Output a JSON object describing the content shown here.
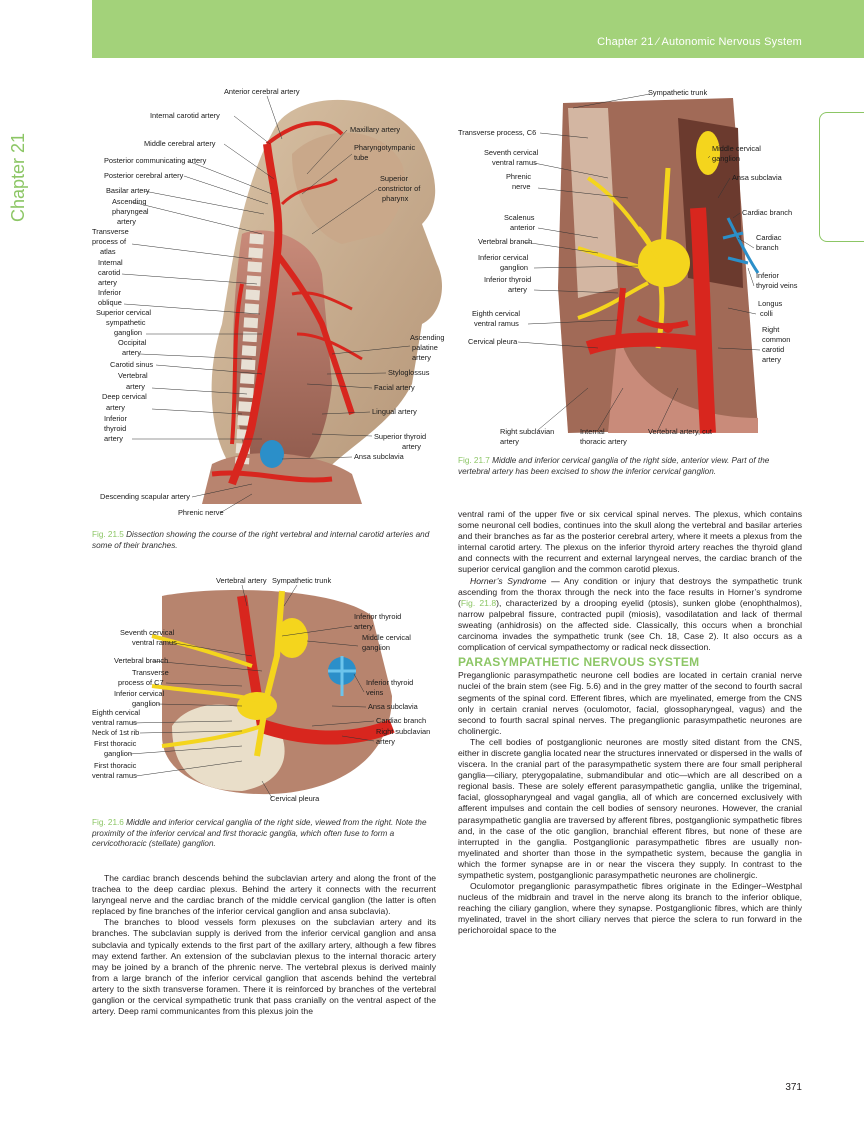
{
  "header": {
    "title": "Chapter 21 ⁄ Autonomic Nervous System",
    "tab": "Chapter 21"
  },
  "fig5": {
    "labels": [
      "Anterior cerebral artery",
      "Internal carotid artery",
      "Middle cerebral artery",
      "Posterior communicating artery",
      "Posterior cerebral artery",
      "Basilar artery",
      "Ascending",
      "pharyngeal",
      "artery",
      "Transverse",
      "process of",
      "atlas",
      "Internal",
      "carotid",
      "artery",
      "Inferior",
      "oblique",
      "Superior cervical",
      "sympathetic",
      "ganglion",
      "Occipital",
      "artery",
      "Carotid sinus",
      "Vertebral",
      "artery",
      "Deep cervical",
      "artery",
      "Inferior",
      "thyroid",
      "artery",
      "Maxillary artery",
      "Pharyngotympanic",
      "tube",
      "Superior",
      "constrictor of",
      "pharynx",
      "Ascending",
      "palatine",
      "artery",
      "Styloglossus",
      "Facial artery",
      "Lingual artery",
      "Superior thyroid",
      "artery",
      "Ansa subclavia",
      "Descending scapular artery",
      "Phrenic nerve"
    ],
    "caption_num": "Fig. 21.5",
    "caption": "Dissection showing the course of the right vertebral and internal carotid arteries and some of their branches."
  },
  "fig6": {
    "labels": [
      "Vertebral artery",
      "Sympathetic trunk",
      "Seventh cervical",
      "ventral ramus",
      "Vertebral branch",
      "Transverse",
      "process of C7",
      "Inferior cervical",
      "ganglion",
      "Eighth cervical",
      "ventral ramus",
      "Neck of 1st rib",
      "First thoracic",
      "ganglion",
      "First thoracic",
      "ventral ramus",
      "Inferior thyroid",
      "artery",
      "Middle cervical",
      "ganglion",
      "Inferior thyroid",
      "veins",
      "Ansa subclavia",
      "Cardiac branch",
      "Right subclavian",
      "artery",
      "Cervical pleura"
    ],
    "caption_num": "Fig. 21.6",
    "caption": "Middle and inferior cervical ganglia of the right side, viewed from the right. Note the proximity of the inferior cervical and first thoracic ganglia, which often fuse to form a cervicothoracic (stellate) ganglion."
  },
  "fig7": {
    "labels": [
      "Sympathetic trunk",
      "Transverse process, C6",
      "Seventh cervical",
      "ventral ramus",
      "Phrenic",
      "nerve",
      "Scalenus",
      "anterior",
      "Vertebral branch",
      "Inferior cervical",
      "ganglion",
      "Inferior thyroid",
      "artery",
      "Eighth cervical",
      "ventral ramus",
      "Cervical pleura",
      "Middle cervical",
      "ganglion",
      "Ansa subclavia",
      "Cardiac branch",
      "Cardiac",
      "branch",
      "Inferior",
      "thyroid veins",
      "Longus",
      "colli",
      "Right",
      "common",
      "carotid",
      "artery",
      "Right subclavian",
      "artery",
      "Internal",
      "thoracic artery",
      "Vertebral artery, cut"
    ],
    "caption_num": "Fig. 21.7",
    "caption": "Middle and inferior cervical ganglia of the right side, anterior view. Part of the vertebral artery has been excised to show the inferior cervical ganglion."
  },
  "left_col": {
    "p1": "The cardiac branch descends behind the subclavian artery and along the front of the trachea to the deep cardiac plexus. Behind the artery it connects with the recurrent laryngeal nerve and the cardiac branch of the middle cervical ganglion (the latter is often replaced by fine branches of the inferior cervical ganglion and ansa subclavia).",
    "p2": "The branches to blood vessels form plexuses on the subclavian artery and its branches. The subclavian supply is derived from the inferior cervical ganglion and ansa subclavia and typically extends to the first part of the axillary artery, although a few fibres may extend farther. An extension of the subclavian plexus to the internal thoracic artery may be joined by a branch of the phrenic nerve. The vertebral plexus is derived mainly from a large branch of the inferior cervical ganglion that ascends behind the vertebral artery to the sixth transverse foramen. There it is reinforced by branches of the vertebral ganglion or the cervical sympathetic trunk that pass cranially on the ventral aspect of the artery. Deep rami communicantes from this plexus join the"
  },
  "right_col": {
    "p1": "ventral rami of the upper five or six cervical spinal nerves. The plexus, which contains some neuronal cell bodies, continues into the skull along the vertebral and basilar arteries and their branches as far as the posterior cerebral artery, where it meets a plexus from the internal carotid artery. The plexus on the inferior thyroid artery reaches the thyroid gland and connects with the recurrent and external laryngeal nerves, the cardiac branch of the superior cervical ganglion and the common carotid plexus.",
    "horner_title": "Horner’s Syndrome —",
    "horner_a": " Any condition or injury that destroys the sympathetic trunk ascending from the thorax through the neck into the face results in Horner’s syndrome (",
    "horner_ref": "Fig. 21.8",
    "horner_b": "), characterized by a drooping eyelid (ptosis), sunken globe (enophthalmos), narrow palpebral fissure, contracted pupil (miosis), vasodilatation and lack of thermal sweating (anhidrosis) on the affected side. Classically, this occurs when a bronchial carcinoma invades the sympathetic trunk (see Ch. 18, Case 2). It also occurs as a complication of cervical sympathectomy or radical neck dissection.",
    "heading": "PARASYMPATHETIC NERVOUS SYSTEM",
    "p3": "Preganglionic parasympathetic neurone cell bodies are located in certain cranial nerve nuclei of the brain stem (see Fig. 5.6) and in the grey matter of the second to fourth sacral segments of the spinal cord. Efferent fibres, which are myelinated, emerge from the CNS only in certain cranial nerves (oculomotor, facial, glossopharyngeal, vagus) and the second to fourth sacral spinal nerves. The preganglionic parasympathetic neurones are cholinergic.",
    "p4": "The cell bodies of postganglionic neurones are mostly sited distant from the CNS, either in discrete ganglia located near the structures innervated or dispersed in the walls of viscera. In the cranial part of the parasympathetic system there are four small peripheral ganglia—ciliary, pterygopalatine, submandibular and otic—which are all described on a regional basis. These are solely efferent parasympathetic ganglia, unlike the trigeminal, facial, glossopharyngeal and vagal ganglia, all of which are concerned exclusively with afferent impulses and contain the cell bodies of sensory neurones. However, the cranial parasympathetic ganglia are traversed by afferent fibres, postganglionic sympathetic fibres and, in the case of the otic ganglion, branchial efferent fibres, but none of these are interrupted in the ganglia. Postganglionic parasympathetic fibres are usually non-myelinated and shorter than those in the sympathetic system, because the ganglia in which the former synapse are in or near the viscera they supply. In contrast to the sympathetic system, postganglionic parasympathetic neurones are cholinergic.",
    "p5": "Oculomotor preganglionic parasympathetic fibres originate in the Edinger–Westphal nucleus of the midbrain and travel in the nerve along its branch to the inferior oblique, reaching the ciliary ganglion, where they synapse. Postganglionic fibres, which are thinly myelinated, travel in the short ciliary nerves that pierce the sclera to run forward in the perichoroidal space to the"
  },
  "page_number": "371"
}
